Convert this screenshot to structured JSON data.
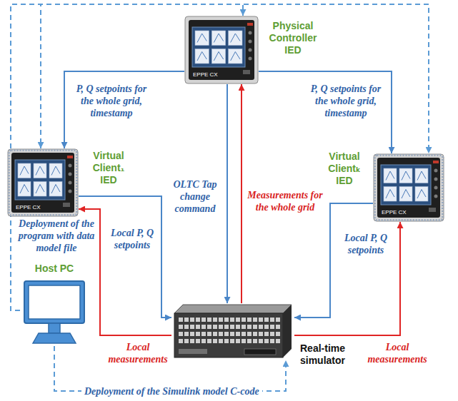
{
  "diagram": {
    "nodes": [
      {
        "text": [
          "Physical Controller IED"
        ]
      },
      {
        "text": [
          "Virtual Client₁ IED"
        ]
      },
      {
        "text": [
          "Virtual Clientₖ IED"
        ]
      },
      {
        "text": [
          "Real-time simulator"
        ]
      },
      {
        "text": [
          "Host PC"
        ]
      }
    ],
    "edges": [
      {
        "from": 0,
        "to": 1,
        "label": "P, Q setpoints for the whole grid, timestamp",
        "arrow": "to"
      },
      {
        "from": 0,
        "to": 2,
        "label": "P, Q setpoints for the whole grid, timestamp",
        "arrow": "to"
      },
      {
        "from": 0,
        "to": 3,
        "label": "OLTC Tap change command",
        "arrow": "to"
      },
      {
        "from": 3,
        "to": 0,
        "label": "Measurements for the whole grid",
        "arrow": "to"
      },
      {
        "from": 1,
        "to": 3,
        "label": "Local P, Q setpoints",
        "arrow": "to"
      },
      {
        "from": 2,
        "to": 3,
        "label": "Local P, Q setpoints",
        "arrow": "to"
      },
      {
        "from": 3,
        "to": 1,
        "label": "Local measurements",
        "arrow": "to"
      },
      {
        "from": 3,
        "to": 2,
        "label": "Local measurements",
        "arrow": "to"
      },
      {
        "from": 4,
        "to": 0,
        "label": "Deployment of the program with data model file",
        "arrow": "to"
      },
      {
        "from": 4,
        "to": 1,
        "arrow": "to"
      },
      {
        "from": 4,
        "to": 2,
        "arrow": "to"
      },
      {
        "from": 4,
        "to": 3,
        "label": "Deployment of the Simulink model C-code",
        "arrow": "to"
      }
    ],
    "labels": [
      "EPPE CX",
      "EPPE CX",
      "EPPE CX"
    ]
  }
}
